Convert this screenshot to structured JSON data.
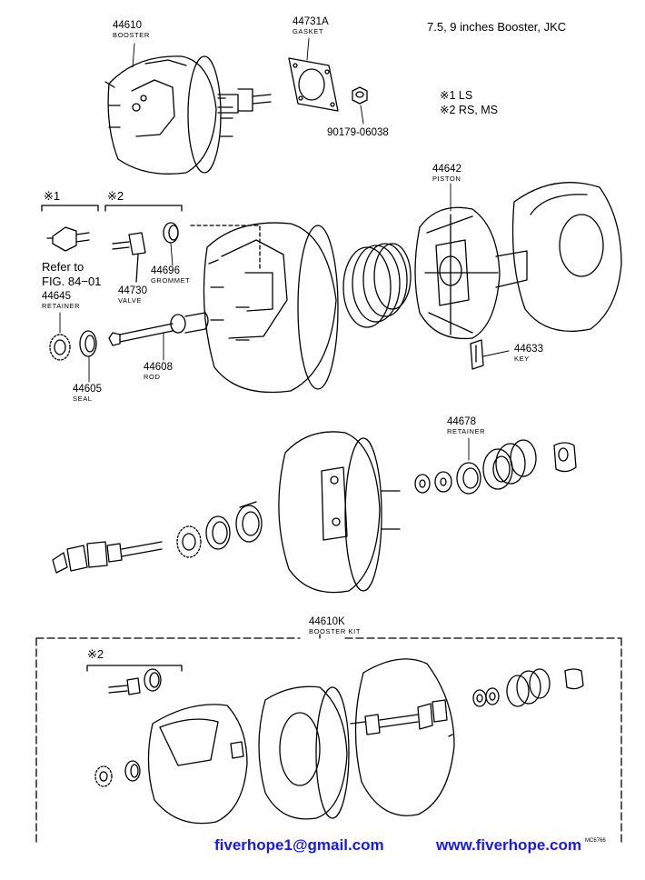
{
  "header": {
    "title": "7.5, 9 inches Booster, JKC"
  },
  "legend": [
    {
      "mark": "※1",
      "text": "LS"
    },
    {
      "mark": "※2",
      "text": "RS, MS"
    }
  ],
  "group_marks": {
    "mark1": "※1",
    "mark2": "※2",
    "mark2_kit": "※2"
  },
  "reference": {
    "line1": "Refer to",
    "line2": "FIG. 84−01"
  },
  "parts": {
    "booster": {
      "number": "44610",
      "name": "BOOSTER"
    },
    "gasket": {
      "number": "44731A",
      "name": "GASKET"
    },
    "nut": {
      "number": "90179-06038"
    },
    "piston": {
      "number": "44642",
      "name": "PISTON"
    },
    "grommet": {
      "number": "44696",
      "name": "GROMMET"
    },
    "valve": {
      "number": "44730",
      "name": "VALVE"
    },
    "retainer_front": {
      "number": "44645",
      "name": "RETAINER"
    },
    "rod": {
      "number": "44608",
      "name": "ROD"
    },
    "seal": {
      "number": "44605",
      "name": "SEAL"
    },
    "key": {
      "number": "44633",
      "name": "KEY"
    },
    "retainer_rear": {
      "number": "44678",
      "name": "RETAINER"
    },
    "booster_kit": {
      "number": "44610K",
      "name": "BOOSTER KIT"
    }
  },
  "footer": {
    "email": "fiverhope1@gmail.com",
    "website": "www.fiverhope.com"
  },
  "corner_code": "MC6766"
}
